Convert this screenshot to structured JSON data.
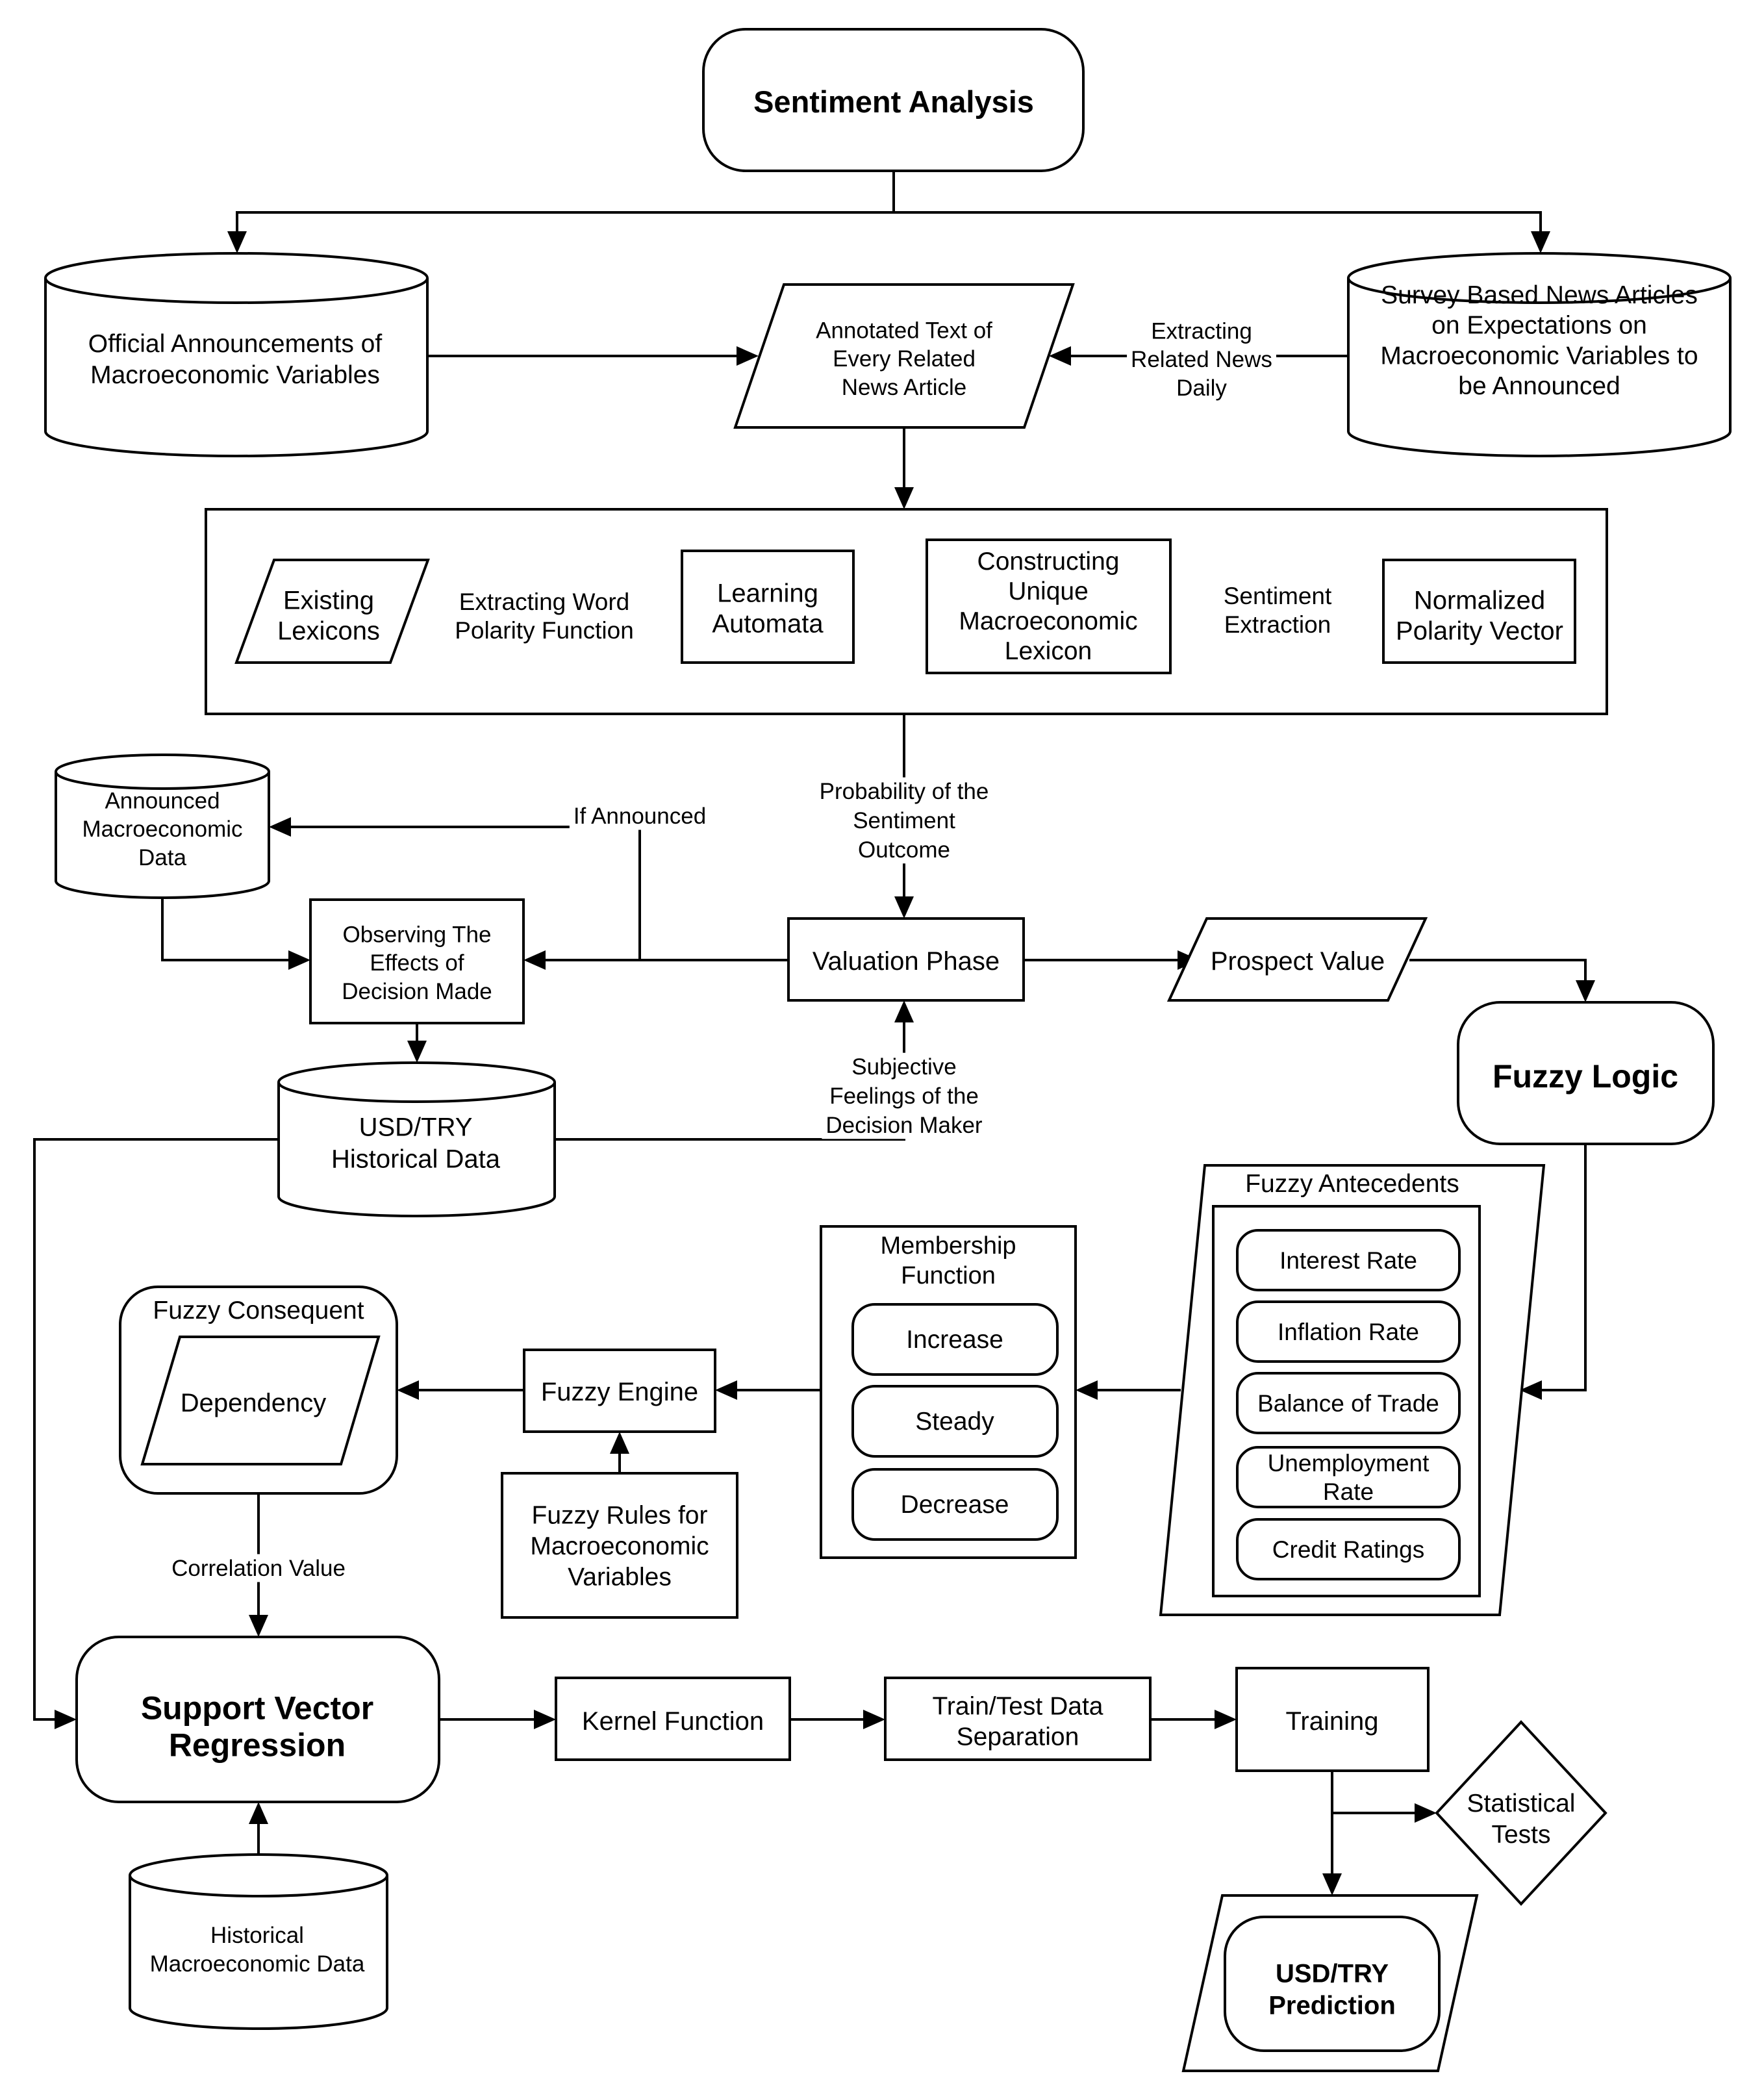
{
  "nodes": {
    "sentiment_analysis": "Sentiment Analysis",
    "official_announcements": [
      "Official Announcements of",
      "Macroeconomic Variables"
    ],
    "annotated_text": [
      "Annotated Text of",
      "Every Related",
      "News Article"
    ],
    "survey_news": [
      "Survey Based News Articles",
      "on Expectations on",
      "Macroeconomic Variables to",
      "be Announced"
    ],
    "existing_lexicons": [
      "Existing",
      "Lexicons"
    ],
    "learning_automata": [
      "Learning",
      "Automata"
    ],
    "constructing_lexicon": [
      "Constructing",
      "Unique",
      "Macroeconomic",
      "Lexicon"
    ],
    "normalized_polarity": [
      "Normalized",
      "Polarity Vector"
    ],
    "announced_data": [
      "Announced",
      "Macroeconomic",
      "Data"
    ],
    "observing_effects": [
      "Observing The",
      "Effects of",
      "Decision Made"
    ],
    "valuation_phase": "Valuation Phase",
    "prospect_value": "Prospect Value",
    "fuzzy_logic": "Fuzzy Logic",
    "usd_try_historical": [
      "USD/TRY",
      "Historical Data"
    ],
    "fuzzy_antecedents": {
      "title": "Fuzzy Antecedents",
      "items": [
        "Interest Rate",
        "Inflation Rate",
        "Balance of Trade",
        [
          "Unemployment",
          "Rate"
        ],
        "Credit Ratings"
      ]
    },
    "membership_function": {
      "title": [
        "Membership",
        "Function"
      ],
      "items": [
        "Increase",
        "Steady",
        "Decrease"
      ]
    },
    "fuzzy_consequent": {
      "title": "Fuzzy Consequent",
      "item": "Dependency"
    },
    "fuzzy_engine": "Fuzzy Engine",
    "fuzzy_rules": [
      "Fuzzy Rules for",
      "Macroeconomic",
      "Variables"
    ],
    "svr": [
      "Support Vector",
      "Regression"
    ],
    "kernel_function": "Kernel Function",
    "train_test": [
      "Train/Test Data",
      "Separation"
    ],
    "training": "Training",
    "statistical_tests": [
      "Statistical",
      "Tests"
    ],
    "usd_try_prediction": [
      "USD/TRY",
      "Prediction"
    ],
    "historical_macro": [
      "Historical",
      "Macroeconomic Data"
    ]
  },
  "edge_labels": {
    "extracting_news": [
      "Extracting",
      "Related News",
      "Daily"
    ],
    "extracting_polarity": [
      "Extracting Word",
      "Polarity Function"
    ],
    "sentiment_extraction": [
      "Sentiment",
      "Extraction"
    ],
    "probability": [
      "Probability of the",
      "Sentiment",
      "Outcome"
    ],
    "if_announced": "If Announced",
    "subjective_feelings": [
      "Subjective",
      "Feelings of the",
      "Decision Maker"
    ],
    "correlation_value": "Correlation Value"
  }
}
